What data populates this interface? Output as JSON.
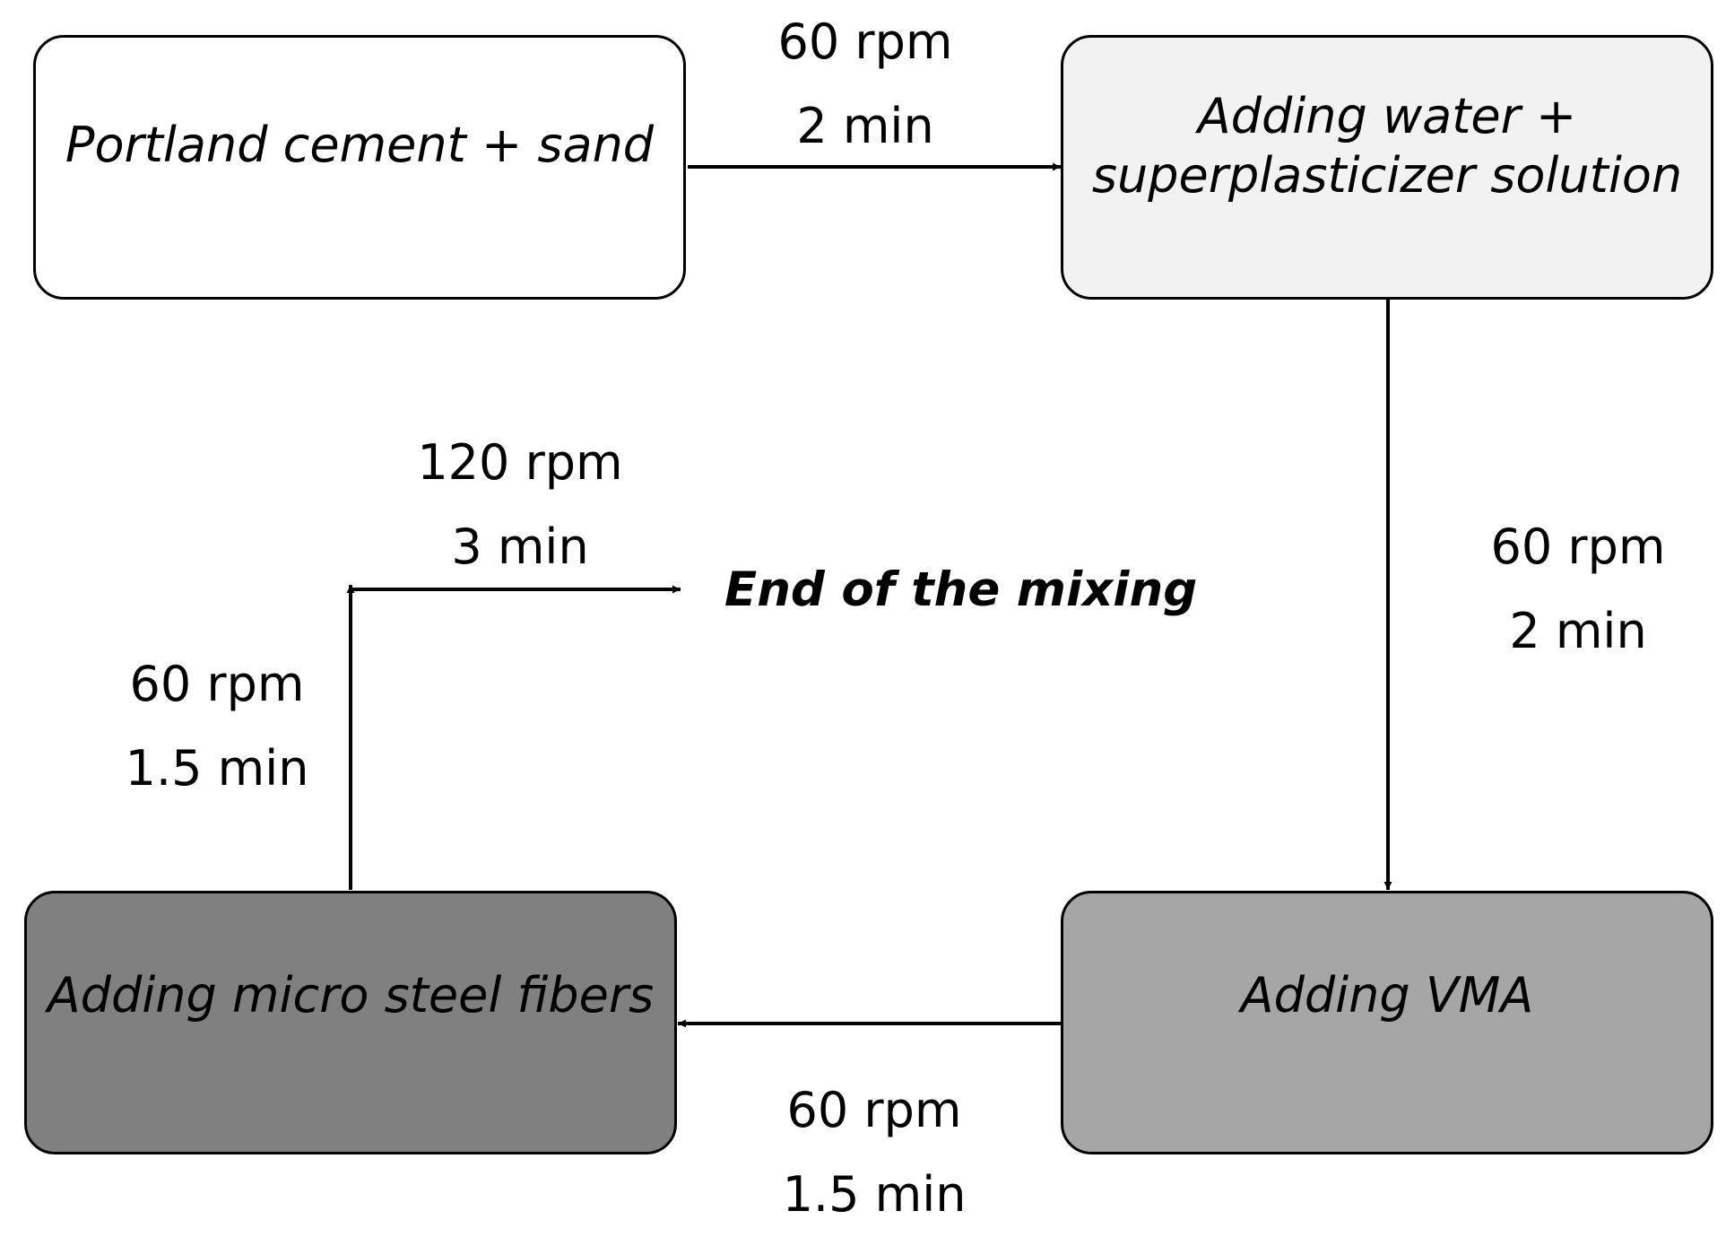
{
  "nodes": {
    "portland": {
      "lines": [
        "Portland cement + sand"
      ],
      "fill": "#ffffff"
    },
    "water": {
      "lines": [
        "Adding water +",
        "superplasticizer solution"
      ],
      "fill": "#f2f2f2"
    },
    "vma": {
      "lines": [
        "Adding VMA"
      ],
      "fill": "#a6a6a6"
    },
    "fibers": {
      "lines": [
        "Adding micro steel fibers"
      ],
      "fill": "#808080"
    }
  },
  "edges": {
    "portland_to_water": {
      "speed": "60 rpm",
      "time": "2 min"
    },
    "water_to_vma": {
      "speed": "60 rpm",
      "time": "2 min"
    },
    "vma_to_fibers": {
      "speed": "60 rpm",
      "time": "1.5 min"
    },
    "fibers_up": {
      "speed": "60 rpm",
      "time": "1.5 min"
    },
    "to_end": {
      "speed": "120 rpm",
      "time": "3 min"
    }
  },
  "end_label": "End of the mixing"
}
